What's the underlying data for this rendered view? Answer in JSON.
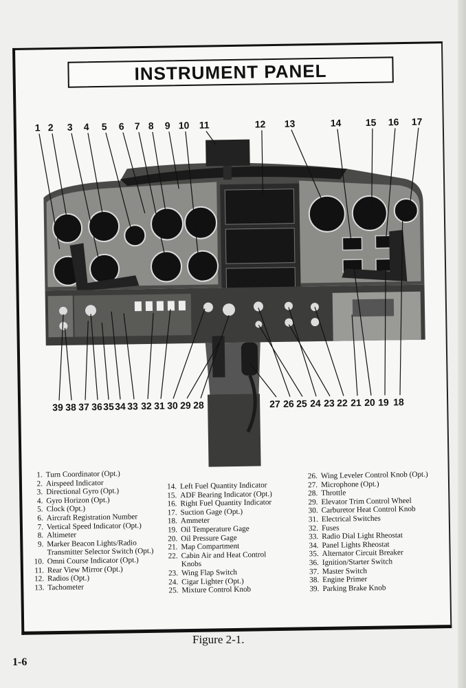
{
  "title": "INSTRUMENT PANEL",
  "callouts_top": [
    "1",
    "2",
    "3",
    "4",
    "5",
    "6",
    "7",
    "8",
    "9",
    "10",
    "11",
    "12",
    "13",
    "14",
    "15",
    "16",
    "17"
  ],
  "callouts_bottom": [
    "39",
    "38",
    "37",
    "36",
    "35",
    "34",
    "33",
    "32",
    "31",
    "30",
    "29",
    "28",
    "27",
    "26",
    "25",
    "24",
    "23",
    "22",
    "21",
    "20",
    "19",
    "18"
  ],
  "legend": {
    "col1": [
      {
        "num": "1.",
        "text": "Turn Coordinator (Opt.)"
      },
      {
        "num": "2.",
        "text": "Airspeed Indicator"
      },
      {
        "num": "3.",
        "text": "Directional Gyro (Opt.)"
      },
      {
        "num": "4.",
        "text": "Gyro Horizon (Opt.)"
      },
      {
        "num": "5.",
        "text": "Clock (Opt.)"
      },
      {
        "num": "6.",
        "text": "Aircraft Registration Number"
      },
      {
        "num": "7.",
        "text": "Vertical Speed Indicator (Opt.)"
      },
      {
        "num": "8.",
        "text": "Altimeter"
      },
      {
        "num": "9.",
        "text": "Marker Beacon Lights/Radio",
        "cont": "Transmitter Selector Switch (Opt.)"
      },
      {
        "num": "10.",
        "text": "Omni Course Indicator (Opt.)"
      },
      {
        "num": "11.",
        "text": "Rear View Mirror (Opt.)"
      },
      {
        "num": "12.",
        "text": "Radios (Opt.)"
      },
      {
        "num": "13.",
        "text": "Tachometer"
      }
    ],
    "col2": [
      {
        "num": "14.",
        "text": "Left Fuel Quantity Indicator"
      },
      {
        "num": "15.",
        "text": "ADF Bearing Indicator (Opt.)"
      },
      {
        "num": "16.",
        "text": "Right Fuel Quantity Indicator"
      },
      {
        "num": "17.",
        "text": "Suction Gage (Opt.)"
      },
      {
        "num": "18.",
        "text": "Ammeter"
      },
      {
        "num": "19.",
        "text": "Oil Temperature Gage"
      },
      {
        "num": "20.",
        "text": "Oil Pressure Gage"
      },
      {
        "num": "21.",
        "text": "Map Compartment"
      },
      {
        "num": "22.",
        "text": "Cabin Air and Heat Control",
        "cont": "Knobs"
      },
      {
        "num": "23.",
        "text": "Wing Flap Switch"
      },
      {
        "num": "24.",
        "text": "Cigar Lighter (Opt.)"
      },
      {
        "num": "25.",
        "text": "Mixture Control Knob"
      }
    ],
    "col3": [
      {
        "num": "26.",
        "text": "Wing Leveler Control Knob (Opt.)"
      },
      {
        "num": "27.",
        "text": "Microphone (Opt.)"
      },
      {
        "num": "28.",
        "text": "Throttle"
      },
      {
        "num": "29.",
        "text": "Elevator Trim Control Wheel"
      },
      {
        "num": "30.",
        "text": "Carburetor Heat Control Knob"
      },
      {
        "num": "31.",
        "text": "Electrical Switches"
      },
      {
        "num": "32.",
        "text": "Fuses"
      },
      {
        "num": "33.",
        "text": "Radio Dial Light Rheostat"
      },
      {
        "num": "34.",
        "text": "Panel Lights Rheostat"
      },
      {
        "num": "35.",
        "text": "Alternator Circuit Breaker"
      },
      {
        "num": "36.",
        "text": "Ignition/Starter Switch"
      },
      {
        "num": "37.",
        "text": "Master Switch"
      },
      {
        "num": "38.",
        "text": "Engine Primer"
      },
      {
        "num": "39.",
        "text": "Parking Brake Knob"
      }
    ]
  },
  "caption": "Figure 2-1.",
  "page_number": "1-6"
}
